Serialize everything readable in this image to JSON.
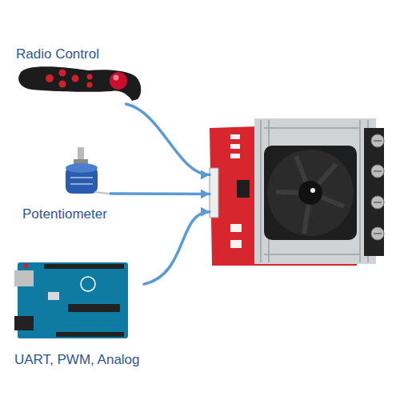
{
  "diagram": {
    "nodes": [
      {
        "text": [
          "Radio Control"
        ]
      },
      {
        "text": [
          "Potentiometer"
        ]
      },
      {
        "text": [
          "UART, PWM, Analog"
        ]
      },
      {
        "text": []
      }
    ],
    "edges": [
      {
        "from": 0,
        "to": 3,
        "arrow": "to"
      },
      {
        "from": 1,
        "to": 3,
        "arrow": "to"
      },
      {
        "from": 2,
        "to": 3,
        "arrow": "to"
      }
    ]
  }
}
